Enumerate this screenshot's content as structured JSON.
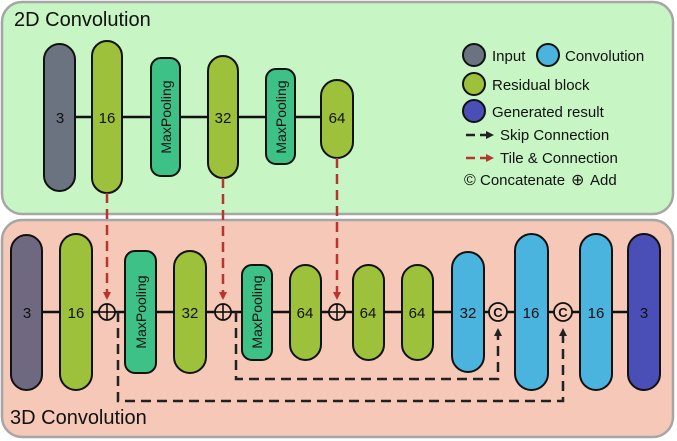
{
  "panels": {
    "top_title": "2D Convolution",
    "bottom_title": "3D Convolution"
  },
  "legend": {
    "input": "Input",
    "convolution": "Convolution",
    "residual": "Residual block",
    "generated": "Generated result",
    "skip": "Skip Connection",
    "tile": "Tile & Connection",
    "concat_symbol": "©",
    "concat": "Concatenate",
    "add_symbol": "⊕",
    "add": "Add"
  },
  "top_blocks": [
    {
      "kind": "input",
      "label": "3"
    },
    {
      "kind": "residual",
      "label": "16"
    },
    {
      "kind": "pool",
      "label": "MaxPooling"
    },
    {
      "kind": "residual",
      "label": "32"
    },
    {
      "kind": "pool",
      "label": "MaxPooling"
    },
    {
      "kind": "residual",
      "label": "64"
    }
  ],
  "bottom_blocks": [
    {
      "kind": "input3d",
      "label": "3"
    },
    {
      "kind": "residual",
      "label": "16"
    },
    {
      "kind": "pool",
      "label": "MaxPooling"
    },
    {
      "kind": "residual",
      "label": "32"
    },
    {
      "kind": "pool",
      "label": "MaxPooling"
    },
    {
      "kind": "residual",
      "label": "64"
    },
    {
      "kind": "residual",
      "label": "64"
    },
    {
      "kind": "residual",
      "label": "64"
    },
    {
      "kind": "conv",
      "label": "32"
    },
    {
      "kind": "conv",
      "label": "16"
    },
    {
      "kind": "conv",
      "label": "16"
    },
    {
      "kind": "generated",
      "label": "3"
    }
  ],
  "colors": {
    "top_bg": "#c8f5c4",
    "bottom_bg": "#f5c8b8",
    "input": "#6b7280",
    "input3d": "#6e6880",
    "residual": "#9dc13b",
    "pool": "#3ec187",
    "conv": "#4ab3de",
    "generated": "#4a4fb8",
    "tile": "#b8342e",
    "skip": "#222222"
  }
}
